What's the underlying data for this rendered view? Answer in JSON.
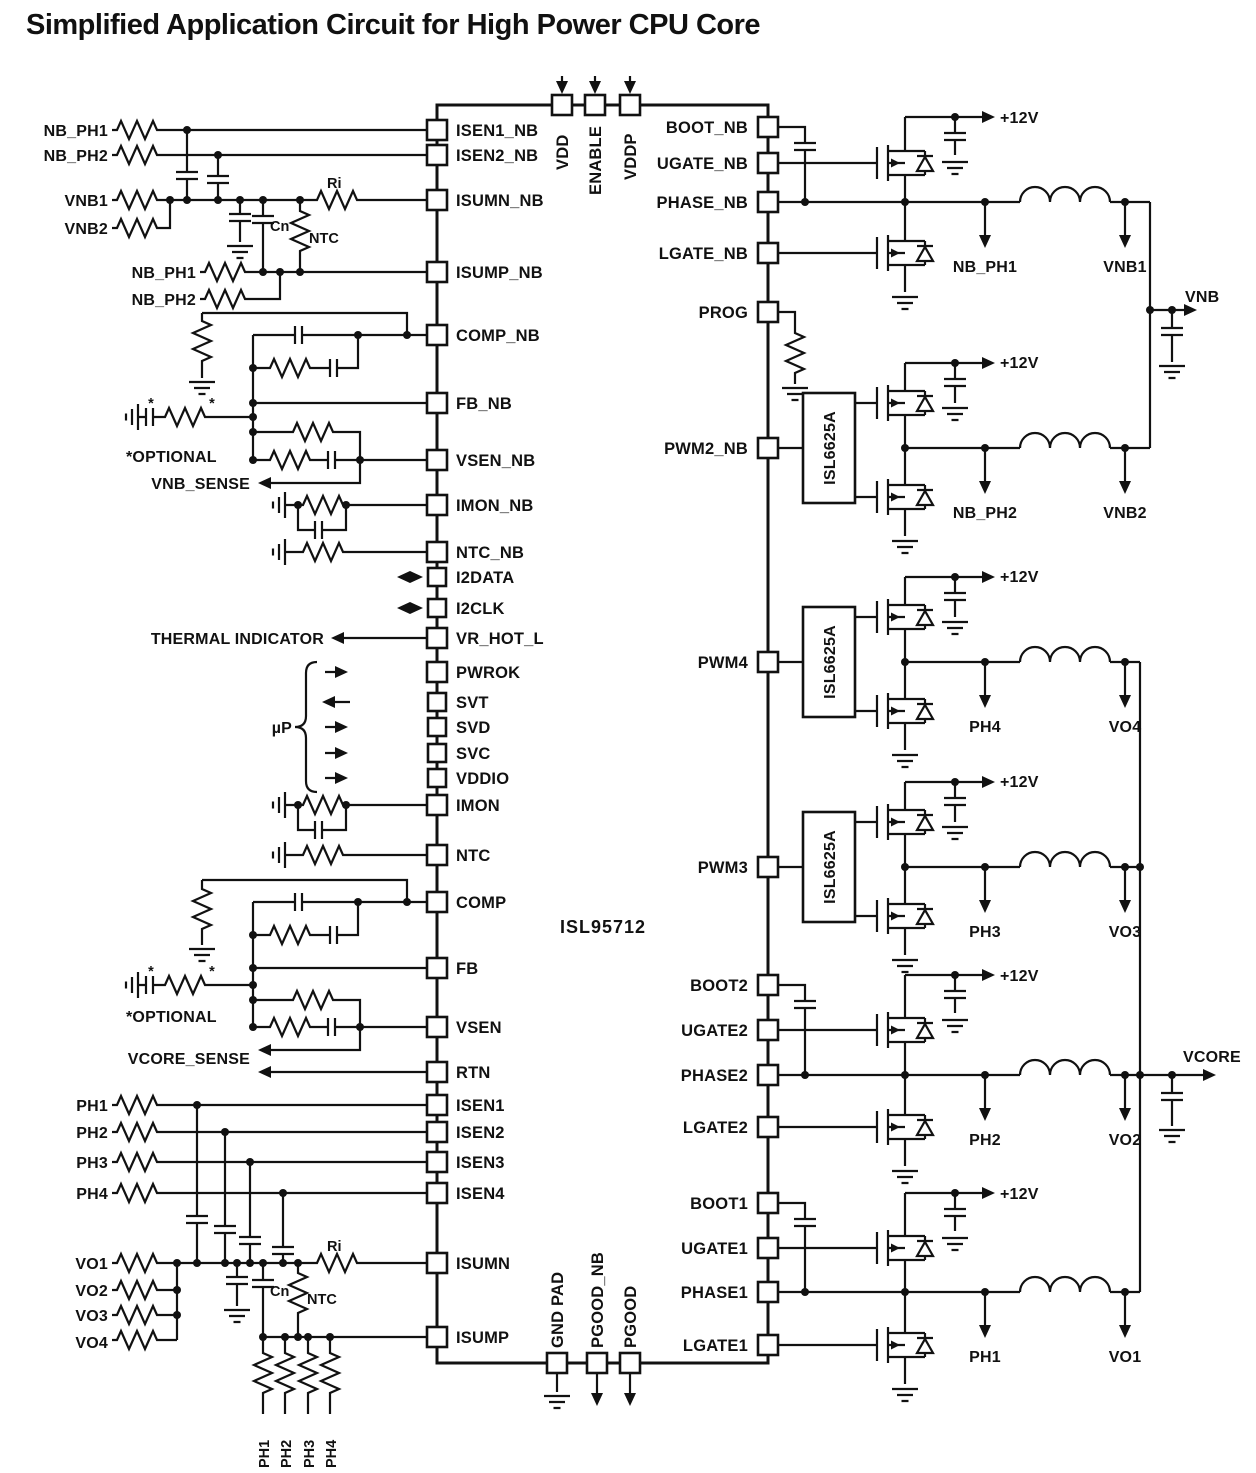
{
  "title": "Simplified Application Circuit for High Power CPU Core",
  "ic": {
    "name": "ISL95712"
  },
  "driver": {
    "name": "ISL6625A"
  },
  "pins": {
    "top": [
      "VDD",
      "ENABLE",
      "VDDP"
    ],
    "bottom": [
      "GND PAD",
      "PGOOD_NB",
      "PGOOD"
    ],
    "left": [
      "ISEN1_NB",
      "ISEN2_NB",
      "ISUMN_NB",
      "ISUMP_NB",
      "COMP_NB",
      "FB_NB",
      "VSEN_NB",
      "IMON_NB",
      "NTC_NB",
      "I2DATA",
      "I2CLK",
      "VR_HOT_L",
      "PWROK",
      "SVT",
      "SVD",
      "SVC",
      "VDDIO",
      "IMON",
      "NTC",
      "COMP",
      "FB",
      "VSEN",
      "RTN",
      "ISEN1",
      "ISEN2",
      "ISEN3",
      "ISEN4",
      "ISUMN",
      "ISUMP"
    ],
    "right": [
      "BOOT_NB",
      "UGATE_NB",
      "PHASE_NB",
      "LGATE_NB",
      "PROG",
      "PWM2_NB",
      "PWM4",
      "PWM3",
      "BOOT2",
      "UGATE2",
      "PHASE2",
      "LGATE2",
      "BOOT1",
      "UGATE1",
      "PHASE1",
      "LGATE1"
    ]
  },
  "labels": {
    "nb_ph1": "NB_PH1",
    "nb_ph2": "NB_PH2",
    "vnb1": "VNB1",
    "vnb2": "VNB2",
    "vnb": "VNB",
    "ri": "Ri",
    "cn": "Cn",
    "ntc": "NTC",
    "optional": "*OPTIONAL",
    "asterisk": "*",
    "vnb_sense": "VNB_SENSE",
    "thermal": "THERMAL INDICATOR",
    "micro": "µP",
    "vcore_sense": "VCORE_SENSE",
    "ph1": "PH1",
    "ph2": "PH2",
    "ph3": "PH3",
    "ph4": "PH4",
    "vo1": "VO1",
    "vo2": "VO2",
    "vo3": "VO3",
    "vo4": "VO4",
    "vcore": "VCORE",
    "p12v": "+12V"
  },
  "colors": {
    "ink": "#111111",
    "bg": "#ffffff"
  }
}
